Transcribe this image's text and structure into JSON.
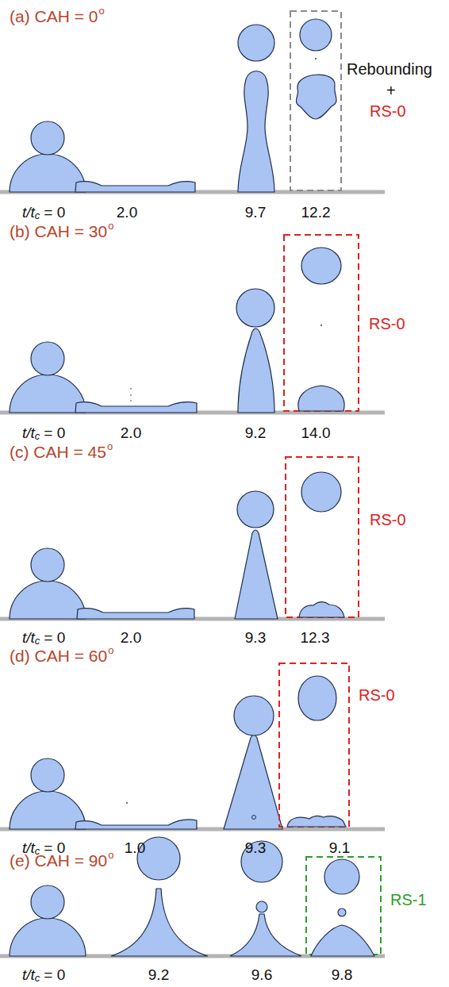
{
  "diagram": {
    "labels": [
      "(a) CAH = 0",
      "o",
      "Rebounding",
      "+",
      "RS-0",
      "t/t",
      "c",
      "= 0",
      "2.0",
      "9.7",
      "12.2",
      "(b) CAH = 30",
      "o",
      "RS-0",
      "t/t",
      "c",
      "= 0",
      "2.0",
      "9.2",
      "14.0",
      "(c) CAH = 45",
      "o",
      "RS-0",
      "t/t",
      "c",
      "= 0",
      "2.0",
      "9.3",
      "12.3",
      "(d) CAH = 60",
      "o",
      "RS-0",
      "t/t",
      "c",
      "= 0",
      "1.0",
      "9.3",
      "9.1",
      "(e) CAH = 90",
      "o",
      "RS-1",
      "t/t",
      "c",
      "= 0",
      "9.2",
      "9.6",
      "9.8"
    ]
  }
}
